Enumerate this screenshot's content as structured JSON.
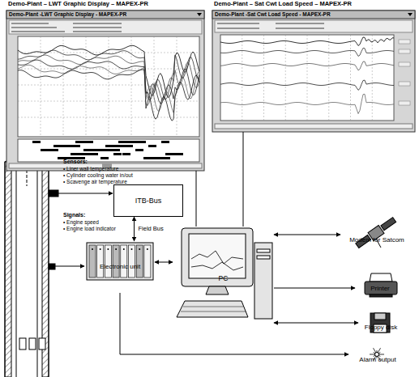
{
  "diagram": {
    "nodes": [
      {
        "text": [
          "Demo-Plant -LWT Graphic Display - MAPEX-PR"
        ]
      },
      {
        "text": [
          "Demo-Plant -Sat Cwt Load Speed - MAPEX-PR"
        ]
      },
      {
        "text": [
          "ITB-Bus"
        ]
      },
      {
        "text": [
          "Electronic unit"
        ]
      },
      {
        "text": [
          "PC"
        ]
      },
      {
        "text": [
          "Modem for Satcom"
        ]
      },
      {
        "text": [
          "Printer"
        ]
      },
      {
        "text": [
          "Floppy disk"
        ]
      },
      {
        "text": [
          "Alarm output"
        ]
      }
    ],
    "edges": [
      {
        "from": 2,
        "to": 3,
        "label": "Field Bus",
        "arrow": "both"
      },
      {
        "from": 3,
        "to": 4,
        "arrow": "both"
      },
      {
        "from": 4,
        "to": 0,
        "arrow": "none"
      },
      {
        "from": 4,
        "to": 1,
        "arrow": "none"
      },
      {
        "from": 4,
        "to": 5,
        "arrow": "both"
      },
      {
        "from": 4,
        "to": 6,
        "arrow": "to"
      },
      {
        "from": 4,
        "to": 7,
        "arrow": "both"
      },
      {
        "from": 3,
        "to": 8,
        "arrow": "to"
      }
    ],
    "labels": [
      "Demo-Plant – LWT Graphic Display – MAPEX-PR",
      "Demo-Plant – Sat Cwt Load Speed – MAPEX-PR",
      "Sensors:",
      "• Liner wall temperature",
      "• Cylinder cooling water in/out",
      "• Scavenge air temperature",
      "Signals:",
      "• Engine speed",
      "• Engine load indicator"
    ]
  }
}
